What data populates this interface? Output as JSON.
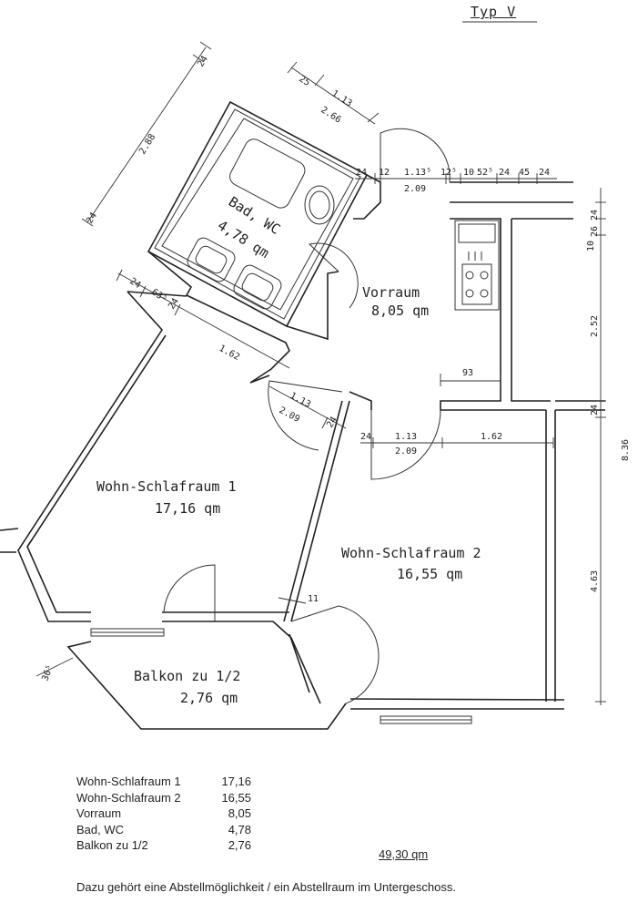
{
  "header": {
    "type_label": "Typ V"
  },
  "rooms": {
    "bad": {
      "name": "Bad, WC",
      "area": "4,78 qm"
    },
    "vorraum": {
      "name": "Vorraum",
      "area": "8,05 qm"
    },
    "wohn1": {
      "name": "Wohn-Schlafraum 1",
      "area": "17,16 qm"
    },
    "wohn2": {
      "name": "Wohn-Schlafraum 2",
      "area": "16,55 qm"
    },
    "balkon": {
      "name": "Balkon zu 1/2",
      "area": "2,76 qm"
    }
  },
  "dimensions": {
    "d_2_88": "2.88",
    "d_24_a": "24",
    "d_24_b": "24",
    "d_25": "25",
    "d_1_13_top": "1.13",
    "d_2_66": "2.66",
    "d_24_c": "24",
    "d_12": "12",
    "d_1_13_5": "1.13⁵",
    "d_12_5": "12⁵",
    "d_10": "10",
    "d_52_5": "52⁵",
    "d_24_d": "24",
    "d_45": "45",
    "d_24_e": "24",
    "d_2_09_top": "2.09",
    "d_24_r1": "24",
    "d_26": "26",
    "d_10_r": "10",
    "d_2_52": "2.52",
    "d_24_r2": "24",
    "d_8_36": "8.36",
    "d_4_63": "4.63",
    "d_24_f": "24",
    "d_63_5": "63⁵",
    "d_24_g": "24",
    "d_1_62_left": "1.62",
    "d_1_13_mid": "1.13",
    "d_2_09_mid": "2.09",
    "d_24_h": "24",
    "d_93": "93",
    "d_24_i": "24",
    "d_1_13_low": "1.13",
    "d_2_09_low": "2.09",
    "d_1_62_right": "1.62",
    "d_11": "11",
    "d_36_5": "36⁵"
  },
  "area_list": [
    {
      "name": "Wohn-Schlafraum 1",
      "value": "17,16"
    },
    {
      "name": "Wohn-Schlafraum 2",
      "value": "16,55"
    },
    {
      "name": "Vorraum",
      "value": "8,05"
    },
    {
      "name": "Bad, WC",
      "value": "4,78"
    },
    {
      "name": "Balkon zu 1/2",
      "value": "2,76"
    }
  ],
  "total": "49,30 qm",
  "footnote": "Dazu gehört eine Abstellmöglichkeit / ein Abstellraum im Untergeschoss."
}
